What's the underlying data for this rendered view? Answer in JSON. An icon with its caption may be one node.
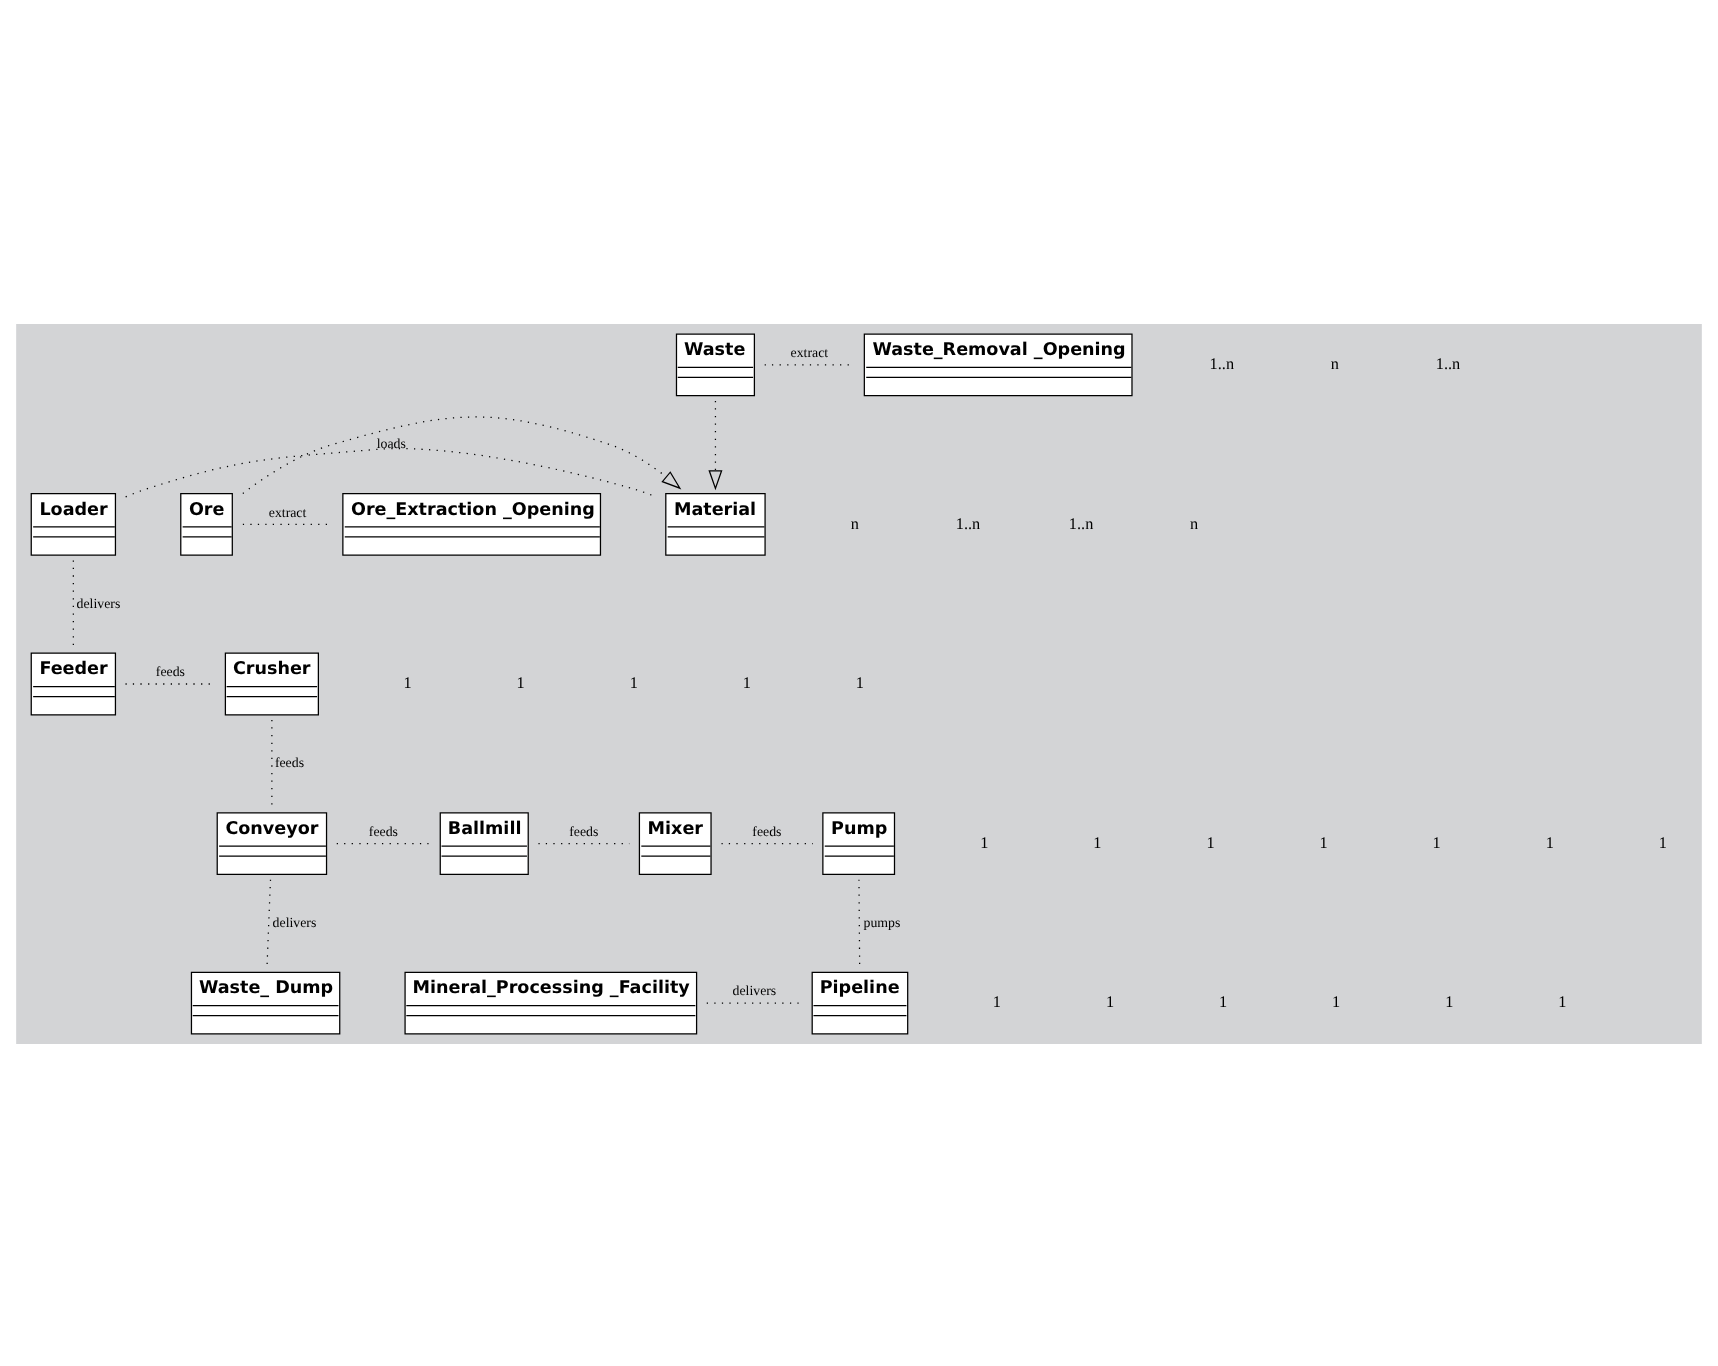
{
  "diagram": {
    "nodes": [
      {
        "text": [
          "Loader"
        ]
      },
      {
        "text": [
          "Material"
        ]
      },
      {
        "text": [
          "Ore"
        ]
      },
      {
        "text": [
          "Ore_Extraction _Opening"
        ]
      },
      {
        "text": [
          "Waste"
        ]
      },
      {
        "text": [
          "Waste_Removal _Opening"
        ]
      },
      {
        "text": [
          "Feeder"
        ]
      },
      {
        "text": [
          "Crusher"
        ]
      },
      {
        "text": [
          "Conveyor"
        ]
      },
      {
        "text": [
          "Ballmill"
        ]
      },
      {
        "text": [
          "Mixer"
        ]
      },
      {
        "text": [
          "Pump"
        ]
      },
      {
        "text": [
          "Waste_ Dump"
        ]
      },
      {
        "text": [
          "Mineral_Processing _Facility"
        ]
      },
      {
        "text": [
          "Pipeline"
        ]
      }
    ],
    "edges": [
      {
        "from": 0,
        "to": 1,
        "arrow": "none",
        "label": "loads"
      },
      {
        "from": 2,
        "to": 1,
        "arrow": "to"
      },
      {
        "from": 4,
        "to": 1,
        "arrow": "to"
      },
      {
        "from": 2,
        "to": 3,
        "arrow": "none",
        "label": "extract"
      },
      {
        "from": 4,
        "to": 5,
        "arrow": "none",
        "label": "extract"
      },
      {
        "from": 0,
        "to": 6,
        "arrow": "none",
        "label": "delivers"
      },
      {
        "from": 6,
        "to": 7,
        "arrow": "none",
        "label": "feeds"
      },
      {
        "from": 7,
        "to": 8,
        "arrow": "none",
        "label": "feeds"
      },
      {
        "from": 8,
        "to": 9,
        "arrow": "none",
        "label": "feeds"
      },
      {
        "from": 9,
        "to": 10,
        "arrow": "none",
        "label": "feeds"
      },
      {
        "from": 10,
        "to": 11,
        "arrow": "none",
        "label": "feeds"
      },
      {
        "from": 8,
        "to": 12,
        "arrow": "none",
        "label": "delivers"
      },
      {
        "from": 11,
        "to": 14,
        "arrow": "none",
        "label": "pumps"
      },
      {
        "from": 13,
        "to": 14,
        "arrow": "none",
        "label": "delivers"
      }
    ],
    "labels": [
      "n",
      "1..n",
      "1..n",
      "n",
      "1..n",
      "n",
      "1..n",
      "1",
      "1",
      "1",
      "1",
      "1",
      "1",
      "1",
      "1",
      "1",
      "1",
      "1",
      "1",
      "1",
      "1",
      "1",
      "1",
      "1",
      "1"
    ]
  }
}
